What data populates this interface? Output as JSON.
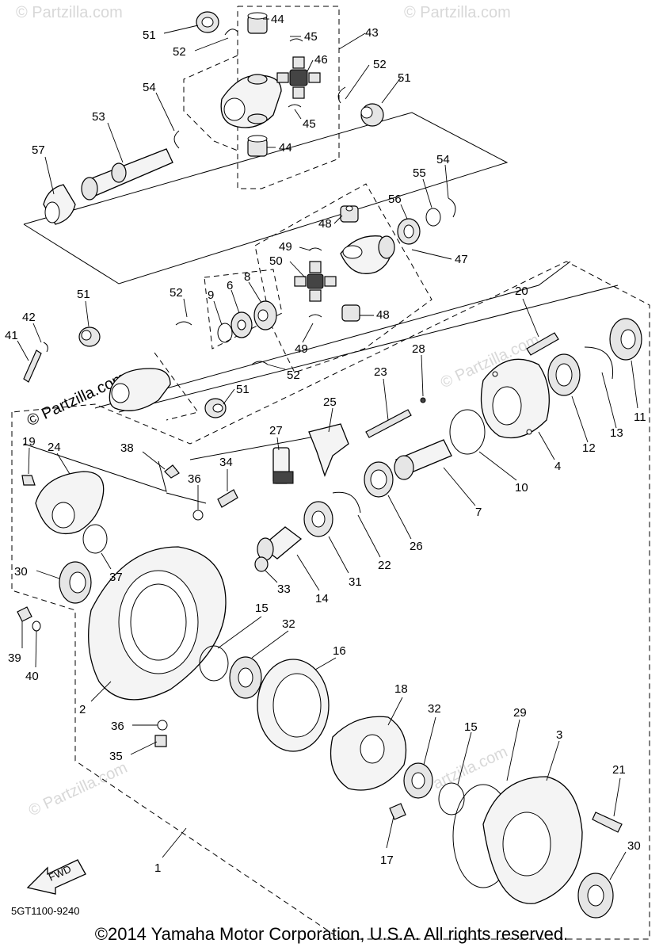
{
  "callouts": [
    "1",
    "2",
    "3",
    "4",
    "6",
    "7",
    "8",
    "9",
    "10",
    "11",
    "12",
    "13",
    "14",
    "15",
    "16",
    "17",
    "18",
    "19",
    "20",
    "21",
    "22",
    "23",
    "24",
    "25",
    "26",
    "27",
    "28",
    "29",
    "30",
    "31",
    "32",
    "33",
    "34",
    "35",
    "36",
    "37",
    "38",
    "39",
    "40",
    "41",
    "42",
    "43",
    "44",
    "45",
    "46",
    "47",
    "48",
    "49",
    "50",
    "51",
    "52",
    "53",
    "54",
    "55",
    "56",
    "57"
  ],
  "labels": {
    "c44a": "44",
    "c51a": "51",
    "c45a": "45",
    "c43": "43",
    "c52a": "52",
    "c46": "46",
    "c51b": "51",
    "c54a": "54",
    "c53": "53",
    "c45b": "45",
    "c44b": "44",
    "c57": "57",
    "c54b": "54",
    "c55": "55",
    "c56": "56",
    "c48a": "48",
    "c49a": "49",
    "c50": "50",
    "c47": "47",
    "c52b": "52",
    "c9": "9",
    "c6": "6",
    "c8": "8",
    "c48b": "48",
    "c49b": "49",
    "c52c": "52",
    "c51c": "51",
    "c42": "42",
    "c41": "41",
    "c51d": "51",
    "c20": "20",
    "c28": "28",
    "c23": "23",
    "c25": "25",
    "c27": "27",
    "c11": "11",
    "c13": "13",
    "c12": "12",
    "c4": "4",
    "c10": "10",
    "c7": "7",
    "c19": "19",
    "c24": "24",
    "c38": "38",
    "c34": "34",
    "c36a": "36",
    "c26": "26",
    "c22": "22",
    "c31": "31",
    "c14": "14",
    "c33": "33",
    "c37": "37",
    "c30a": "30",
    "c39": "39",
    "c40": "40",
    "c15a": "15",
    "c32a": "32",
    "c16": "16",
    "c2": "2",
    "c36b": "36",
    "c35": "35",
    "c18": "18",
    "c32b": "32",
    "c15b": "15",
    "c29": "29",
    "c3": "3",
    "c21": "21",
    "c17": "17",
    "c30b": "30",
    "c1": "1"
  },
  "fwd_label": "FWD",
  "diagram_code": "5GT1100-9240",
  "watermark": "© Partzilla.com",
  "copyright": "©2014 Yamaha Motor Corporation, U.S.A. All rights reserved."
}
